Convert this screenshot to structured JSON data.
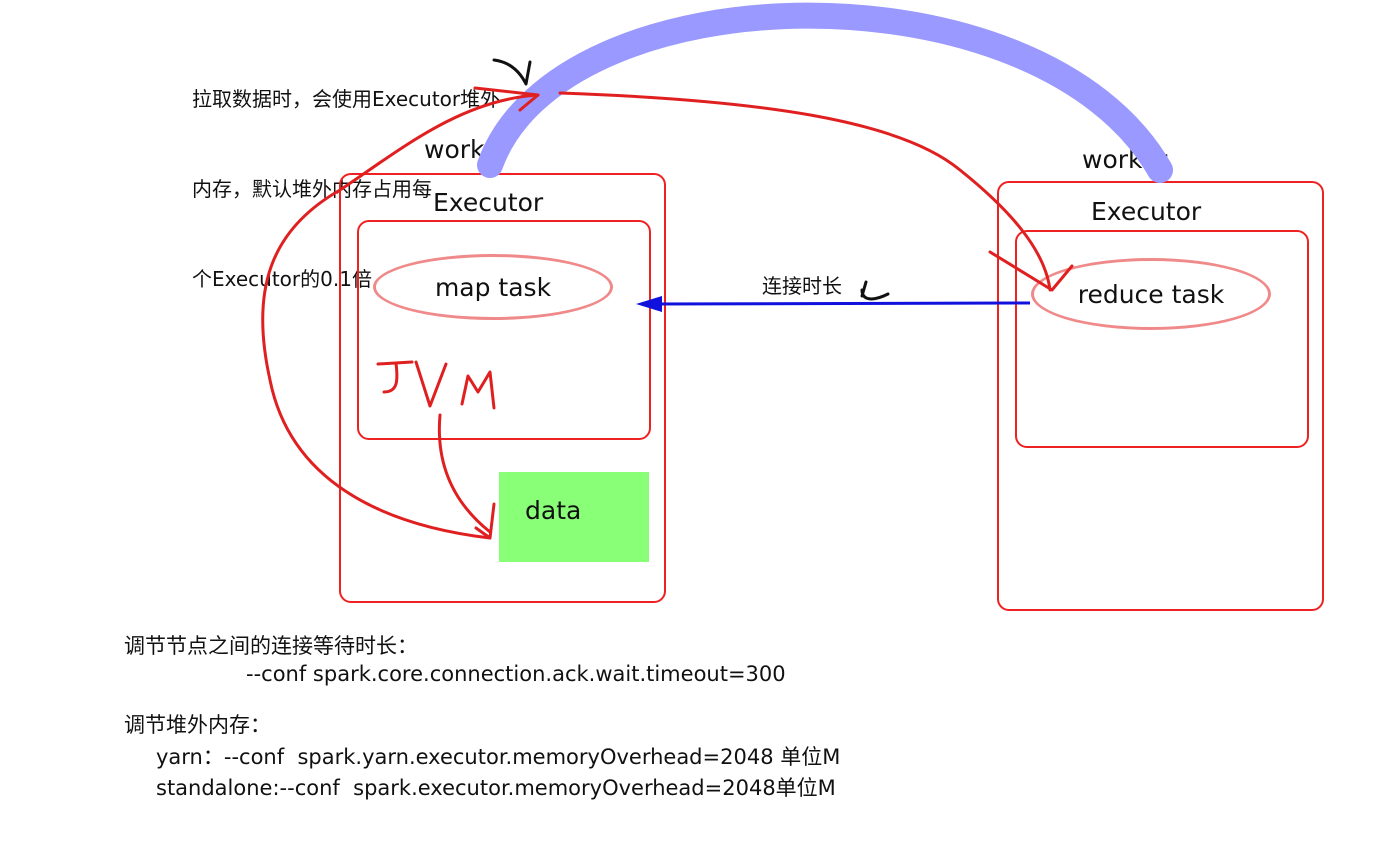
{
  "note": {
    "line1": "拉取数据时，会使用Executor堆外",
    "line2": "内存，默认堆外内存占用每",
    "line3": "个Executor的0.1倍"
  },
  "left_worker": {
    "worker_label": "worker",
    "executor_label": "Executor",
    "task_label": "map task",
    "handwritten": "JVM",
    "data_label": "data"
  },
  "right_worker": {
    "worker_label": "worker",
    "executor_label": "Executor",
    "task_label": "reduce task"
  },
  "connection_label": "连接时长",
  "config": {
    "heading1": "调节节点之间的连接等待时长：",
    "conf1": "--conf spark.core.connection.ack.wait.timeout=300",
    "heading2": "调节堆外内存：",
    "yarn": "yarn：--conf  spark.yarn.executor.memoryOverhead=2048 单位M",
    "standalone": "standalone:--conf  spark.executor.memoryOverhead=2048单位M"
  },
  "colors": {
    "box_border": "#ee2222",
    "ellipse_border": "#f08a8a",
    "data_fill": "#88ff77",
    "arc": "#9999ff",
    "arrow": "#1111dd",
    "ink": "#e02020"
  }
}
